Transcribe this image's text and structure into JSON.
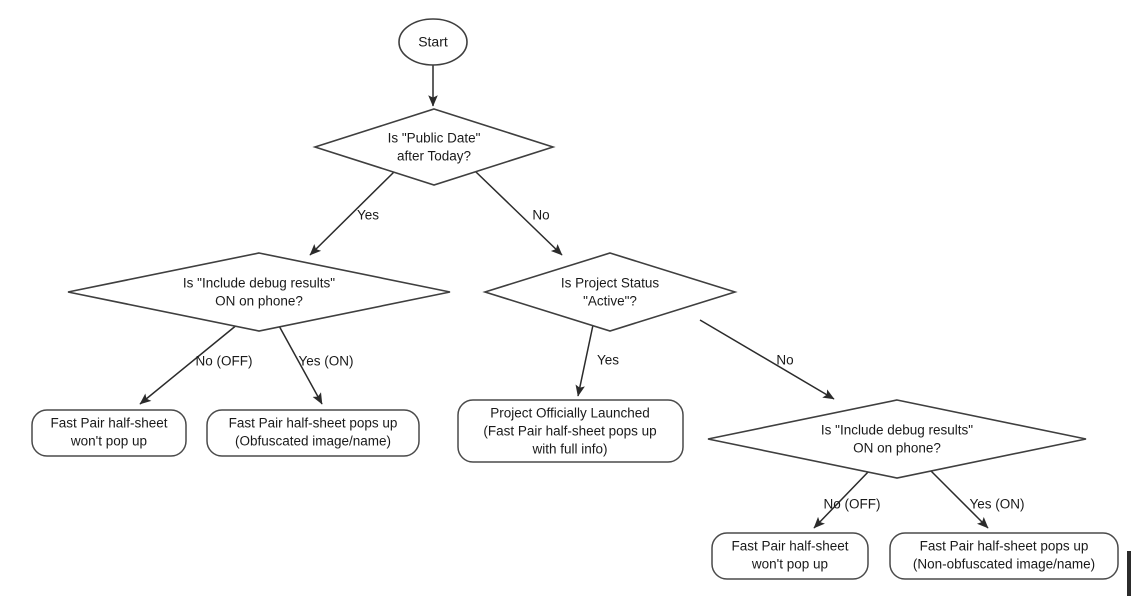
{
  "diagram": {
    "type": "flowchart",
    "title": "Fast Pair half-sheet visibility decision flow",
    "nodes": {
      "start": {
        "id": "start",
        "shape": "ellipse",
        "label": "Start"
      },
      "decision_public_date": {
        "id": "decision_public_date",
        "shape": "diamond",
        "line1": "Is \"Public Date\"",
        "line2": "after Today?"
      },
      "decision_debug_left": {
        "id": "decision_debug_left",
        "shape": "diamond",
        "line1": "Is \"Include debug results\"",
        "line2": "ON on phone?"
      },
      "decision_project_status": {
        "id": "decision_project_status",
        "shape": "diamond",
        "line1": "Is Project Status",
        "line2": "\"Active\"?"
      },
      "decision_debug_right": {
        "id": "decision_debug_right",
        "shape": "diamond",
        "line1": "Is \"Include debug results\"",
        "line2": "ON on phone?"
      },
      "result_no_popup_left": {
        "id": "result_no_popup_left",
        "shape": "rounded-rect",
        "line1": "Fast Pair half-sheet",
        "line2": "won't pop up"
      },
      "result_obfuscated": {
        "id": "result_obfuscated",
        "shape": "rounded-rect",
        "line1": "Fast Pair half-sheet pops up",
        "line2": "(Obfuscated image/name)"
      },
      "result_launched": {
        "id": "result_launched",
        "shape": "rounded-rect",
        "line1": "Project Officially Launched",
        "line2": "(Fast Pair half-sheet pops up",
        "line3": "with full info)"
      },
      "result_no_popup_right": {
        "id": "result_no_popup_right",
        "shape": "rounded-rect",
        "line1": "Fast Pair half-sheet",
        "line2": "won't pop up"
      },
      "result_non_obfuscated": {
        "id": "result_non_obfuscated",
        "shape": "rounded-rect",
        "line1": "Fast Pair half-sheet pops up",
        "line2": "(Non-obfuscated image/name)"
      }
    },
    "edge_labels": {
      "public_date_yes": "Yes",
      "public_date_no": "No",
      "debug_left_no": "No (OFF)",
      "debug_left_yes": "Yes (ON)",
      "project_status_yes": "Yes",
      "project_status_no": "No",
      "debug_right_no": "No (OFF)",
      "debug_right_yes": "Yes (ON)"
    },
    "colors": {
      "background": "#ffffff",
      "node_stroke": "#3f3f3f",
      "edge_stroke": "#2b2b2b",
      "text": "#1a1a1a"
    }
  }
}
